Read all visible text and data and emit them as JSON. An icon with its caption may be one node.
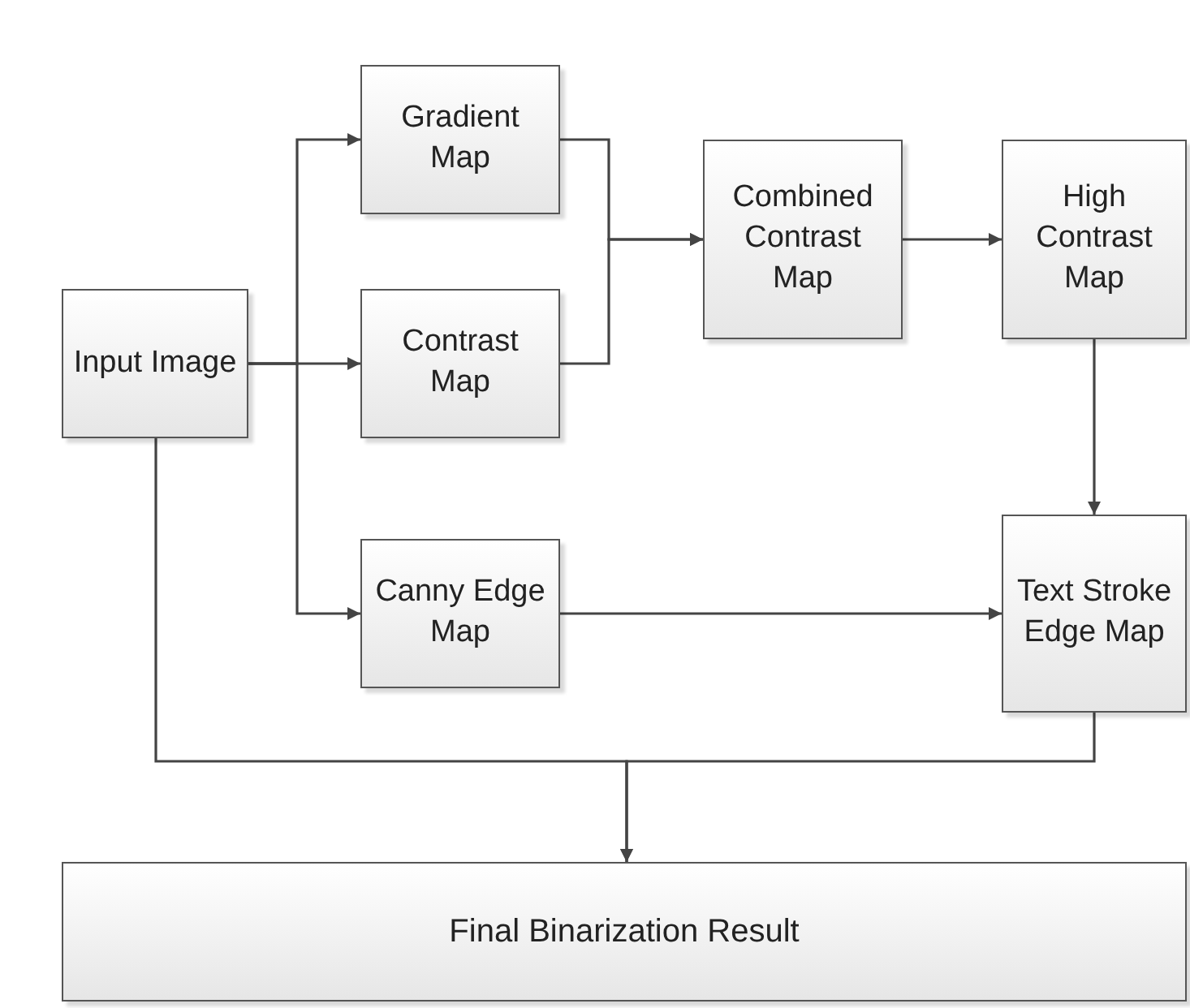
{
  "diagram": {
    "nodes": [
      {
        "text": [
          "Input Image"
        ]
      },
      {
        "text": [
          "Gradient Map"
        ]
      },
      {
        "text": [
          "Contrast Map"
        ]
      },
      {
        "text": [
          "Canny Edge Map"
        ]
      },
      {
        "text": [
          "Combined Contrast Map"
        ]
      },
      {
        "text": [
          "High Contrast Map"
        ]
      },
      {
        "text": [
          "Text Stroke Edge Map"
        ]
      },
      {
        "text": [
          "Final Binarization Result"
        ]
      }
    ],
    "edges": [
      {
        "from": 0,
        "to": 1,
        "arrow": "to"
      },
      {
        "from": 0,
        "to": 2,
        "arrow": "to"
      },
      {
        "from": 0,
        "to": 3,
        "arrow": "to"
      },
      {
        "from": 1,
        "to": 4,
        "arrow": "to"
      },
      {
        "from": 2,
        "to": 4,
        "arrow": "to"
      },
      {
        "from": 4,
        "to": 5,
        "arrow": "to"
      },
      {
        "from": 5,
        "to": 6,
        "arrow": "to"
      },
      {
        "from": 3,
        "to": 6,
        "arrow": "to"
      },
      {
        "from": 0,
        "to": 7,
        "arrow": "to"
      },
      {
        "from": 6,
        "to": 7,
        "arrow": "to"
      }
    ]
  }
}
